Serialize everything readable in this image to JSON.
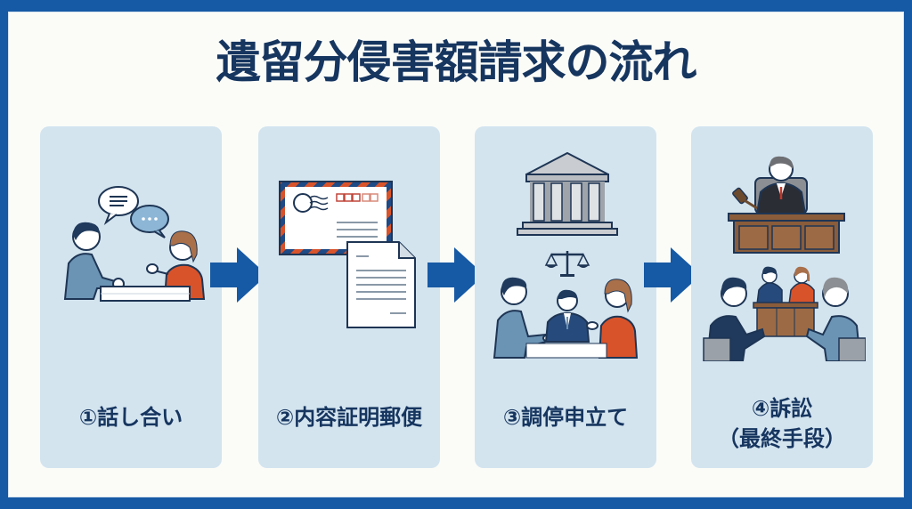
{
  "title": "遺留分侵害額請求の流れ",
  "colors": {
    "frame": "#1659a4",
    "background": "#fbfcf8",
    "card": "#d3e4ef",
    "title_text": "#16355f",
    "arrow": "#1659a4",
    "accent_orange": "#d9532a",
    "accent_blue_shirt": "#6b93b4"
  },
  "steps": [
    {
      "label": "①話し合い",
      "icon": "conversation-icon"
    },
    {
      "label": "②内容証明郵便",
      "icon": "certified-mail-icon"
    },
    {
      "label": "③調停申立て",
      "icon": "mediation-court-icon"
    },
    {
      "label_line1": "④訴訟",
      "label_line2": "（最終手段）",
      "icon": "lawsuit-courtroom-icon"
    }
  ],
  "arrows": [
    "arrow-right-icon",
    "arrow-right-icon",
    "arrow-right-icon"
  ]
}
